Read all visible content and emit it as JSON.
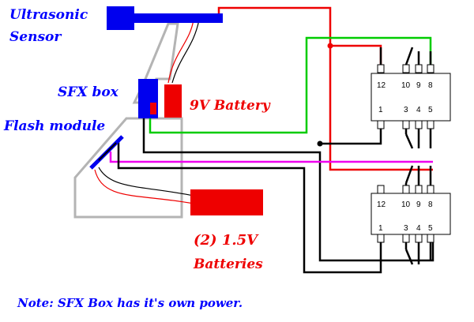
{
  "labels": {
    "ultrasonic_line1": "Ultrasonic",
    "ultrasonic_line2": "Sensor",
    "sfx_box": "SFX box",
    "battery_9v": "9V Battery",
    "flash_module": "Flash module",
    "batteries_line1": "(2) 1.5V",
    "batteries_line2": "Batteries",
    "note": "Note: SFX Box has it's own power."
  },
  "relay_pins": {
    "top_row": [
      "12",
      "10",
      "9",
      "8"
    ],
    "bottom_row": [
      "1",
      "3",
      "4",
      "5"
    ]
  },
  "colors": {
    "label_blue": "#0000ff",
    "label_red": "#ee0000",
    "wire_red": "#ee0000",
    "wire_black": "#000000",
    "wire_green": "#00cc00",
    "wire_magenta": "#ee00ee",
    "outline_gray": "#b4b4b4",
    "component_blue": "#0000ee",
    "component_red": "#ee0000"
  }
}
